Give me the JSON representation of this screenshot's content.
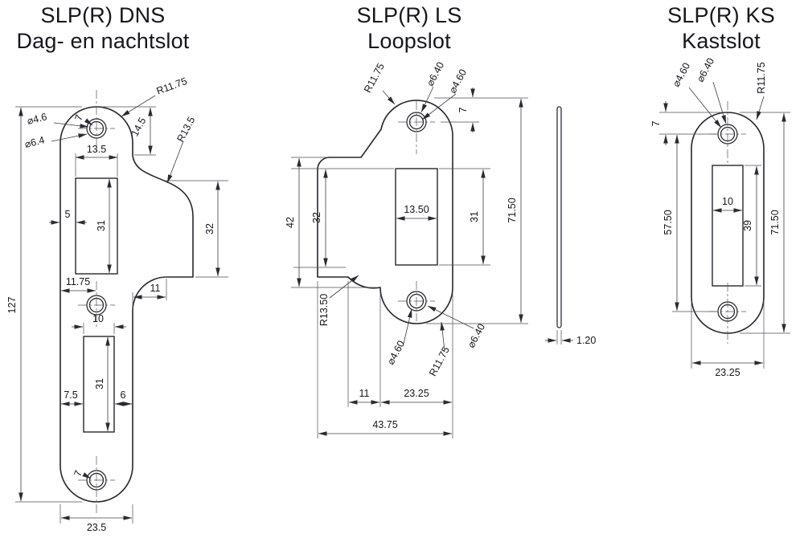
{
  "titles": {
    "dns_model": "SLP(R) DNS",
    "dns_name": "Dag- en nachtslot",
    "ls_model": "SLP(R) LS",
    "ls_name": "Loopslot",
    "ks_model": "SLP(R) KS",
    "ks_name": "Kastslot"
  },
  "dns": {
    "corner_radius": "R11.75",
    "lip_offset": "14.5",
    "lip_radius": "R13.5",
    "hole_dia_inner": "⌀4.6",
    "hole_dia_outer": "⌀6.4",
    "hole_top_offset": "7",
    "cutout_top_width": "13.5",
    "cutout_top_inset": "5",
    "cutout_top_height": "31",
    "lip_height": "32",
    "mid_hole_inset": "11.75",
    "lip_fillet_width": "11",
    "cutout_bottom_width": "10",
    "total_length": "127",
    "cutout_bottom_inset_left": "7.5",
    "cutout_bottom_height": "31",
    "cutout_bottom_inset_right": "6",
    "hole_bottom_offset": "7",
    "plate_width": "23.5"
  },
  "ls": {
    "corner_radius_top": "R11.75",
    "hole_dia_outer_top": "⌀6.40",
    "hole_dia_inner_top": "⌀4.60",
    "hole_top_offset": "7",
    "wing_height_outer": "42",
    "wing_height_inner": "32",
    "cutout_width": "13.50",
    "cutout_height": "31",
    "total_length": "71.50",
    "fillet_radius": "R13.50",
    "hole_dia_inner_bottom": "⌀4.60",
    "corner_radius_bottom": "R11.75",
    "hole_dia_outer_bottom": "⌀6.40",
    "fillet_width": "11",
    "lobe_width": "23.25",
    "total_width": "43.75",
    "thickness": "1.20"
  },
  "ks": {
    "hole_dia_inner": "⌀4.60",
    "hole_dia_outer": "⌀6.40",
    "corner_radius": "R11.75",
    "hole_top_offset": "7",
    "hole_spacing": "57.50",
    "cutout_width": "10",
    "cutout_height": "39",
    "total_length": "71.50",
    "plate_width": "23.25"
  }
}
